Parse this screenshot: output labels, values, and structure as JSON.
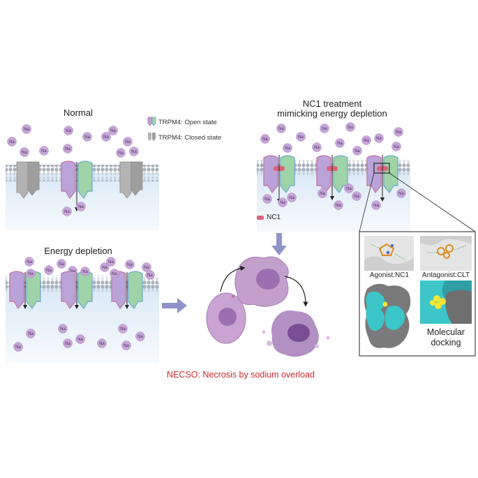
{
  "panels": {
    "normal": {
      "title": "Normal"
    },
    "nc1": {
      "title_line1": "NC1 treatment",
      "title_line2": "mimicking energy depletion"
    },
    "energy": {
      "title": "Energy depletion"
    }
  },
  "legend": {
    "open": "TRPM4: Open state",
    "closed": "TRPM4: Closed state"
  },
  "ion_label": "Na",
  "nc1_key": "NC1",
  "docking": {
    "agonist": "Agonist:NC1",
    "antagonist": "Antagonist:CLT",
    "caption_line1": "Molecular",
    "caption_line2": "docking"
  },
  "footer": "NECSO: Necrosis by sodium overload",
  "colors": {
    "ion": "#c7a6d8",
    "channel_purple": "#b9a3d8",
    "channel_green": "#9fd4a8",
    "channel_gray": "#b3b3b3",
    "nc1_marker": "#d9647a",
    "arrow": "#8e93c8",
    "footer_text": "#d0282e",
    "cell": "#b78fc4",
    "protein_cyan": "#3cc6c9",
    "ligand_yellow": "#f2e533"
  }
}
